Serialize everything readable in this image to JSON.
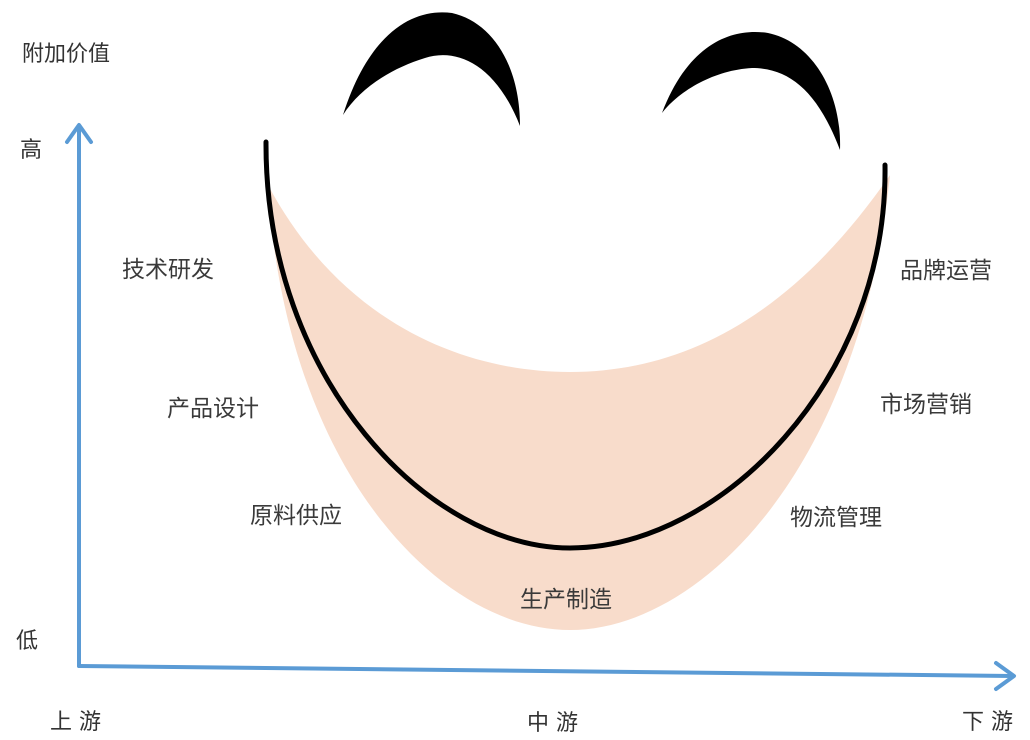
{
  "axes": {
    "y_title": "附加价值",
    "y_high": "高",
    "y_low": "低",
    "x_left": "上 游",
    "x_mid": "中 游",
    "x_right": "下 游"
  },
  "stages": {
    "tech_rd": "技术研发",
    "product_design": "产品设计",
    "raw_supply": "原料供应",
    "manufacturing": "生产制造",
    "logistics": "物流管理",
    "marketing": "市场营销",
    "brand_ops": "品牌运营"
  },
  "colors": {
    "axis": "#5b9bd5",
    "smile_fill": "#f8dccb",
    "curve": "#000000"
  }
}
